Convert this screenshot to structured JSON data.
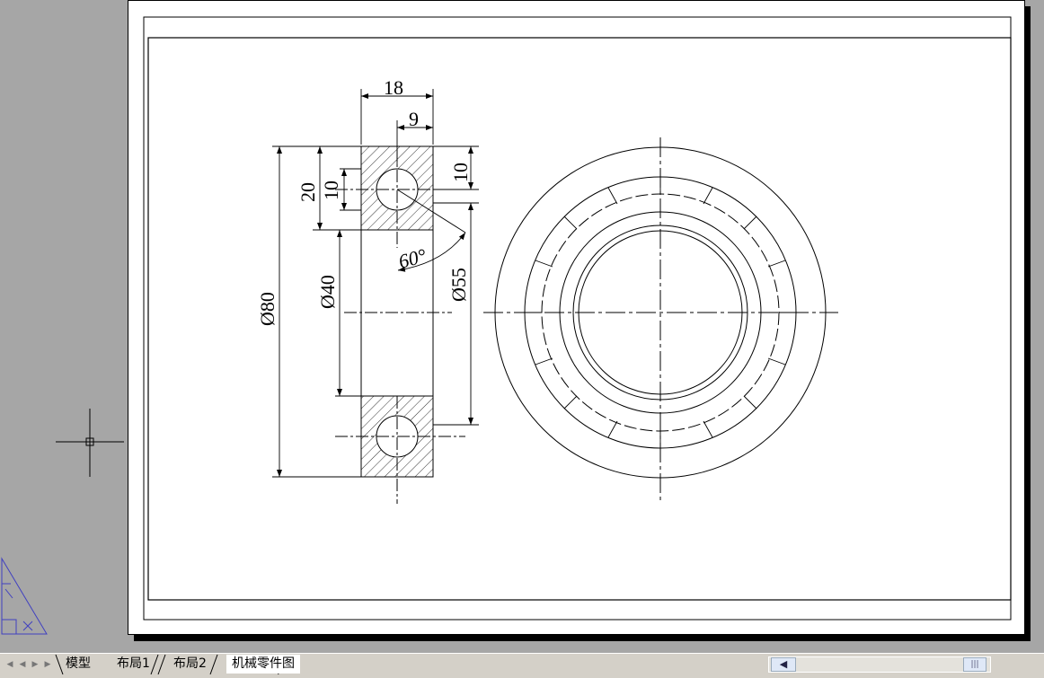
{
  "tabs": [
    {
      "label": "模型",
      "active": false
    },
    {
      "label": "布局1",
      "active": false
    },
    {
      "label": "布局2",
      "active": false
    },
    {
      "label": "机械零件图",
      "active": true
    }
  ],
  "nav_buttons": [
    "first-tab",
    "prev-tab",
    "next-tab",
    "last-tab"
  ],
  "dimensions": {
    "width_total": "18",
    "width_half": "9",
    "height_top_right": "10",
    "height_20": "20",
    "height_10": "10",
    "angle": "60°",
    "dia_outer": "Ø80",
    "dia_bore": "Ø40",
    "dia_pitch": "Ø55"
  },
  "colors": {
    "workspace": "#a6a6a6",
    "paper": "#ffffff",
    "ucs_icon": "#4040c0"
  }
}
